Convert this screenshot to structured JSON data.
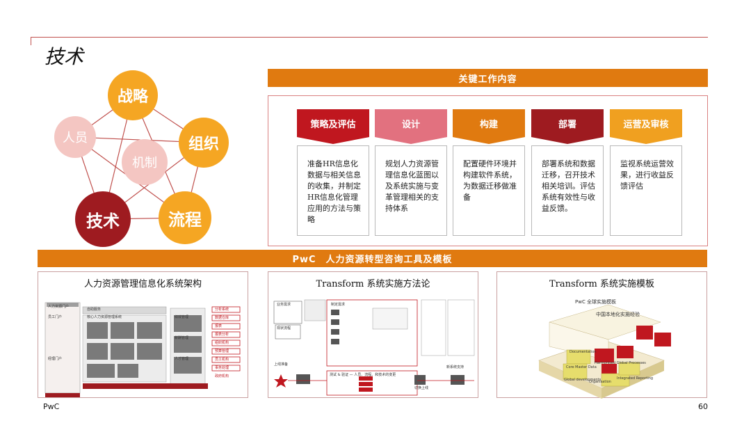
{
  "page": {
    "title": "技术",
    "footer_left": "PwC",
    "page_number": "60"
  },
  "pentagon": {
    "strategy": "战略",
    "organization": "组织",
    "process": "流程",
    "technology": "技术",
    "people": "人员",
    "mechanism": "机制"
  },
  "key_work": {
    "title": "关键工作内容",
    "phases": [
      {
        "name": "策略及评估",
        "color": "#c0171f",
        "desc": "准备HR信息化数据与相关信息的收集，并制定HR信息化管理应用的方法与策略"
      },
      {
        "name": "设计",
        "color": "#e2717f",
        "desc": "规划人力资源管理信息化蓝图以及系统实施与变革管理相关的支持体系"
      },
      {
        "name": "构建",
        "color": "#e07a10",
        "desc": "配置硬件环境并构建软件系统，为数据迁移做准备"
      },
      {
        "name": "部署",
        "color": "#9e1b20",
        "desc": "部署系统和数据迁移，召开技术相关培训。评估系统有效性与收益反馈。"
      },
      {
        "name": "运营及审核",
        "color": "#f0a020",
        "desc": "监视系统运营效果，进行收益反馈评估"
      }
    ]
  },
  "tools_bar": "PwC　人力资源转型咨询工具及模板",
  "panels": {
    "architecture": {
      "title": "人力资源管理信息化系统架构",
      "labels": [
        "人力资源门户",
        "自助服务",
        "核心人力资源管理系统",
        "分析系统",
        "员工门户",
        "经理门户",
        "绩效管理",
        "薪酬管理",
        "人才管理",
        "数据仓库",
        "报表",
        "报表分析",
        "组织机构",
        "预算管理",
        "员工机构",
        "事务处理",
        "政府机构"
      ]
    },
    "methodology": {
      "title": "Transform 系统实施方法论",
      "labels": [
        "业务需求",
        "现状流程",
        "制定需求",
        "测试 & 验证 — 人员、流程、和技术的变更",
        "上线准备",
        "切换上线",
        "新系统支持"
      ]
    },
    "template": {
      "title": "Transform 系统实施模板",
      "labels": [
        "PwC 全球实施模板",
        "中国本地化实施经验",
        "Documentation",
        "Core Master Data",
        "Harmonised Global Processes",
        "Global developments",
        "Organisation",
        "Integrated Reporting"
      ]
    }
  },
  "colors": {
    "accent_orange": "#e07a10",
    "deep_red": "#9e1b20",
    "gold": "#f5a623",
    "pink": "#f4c6c2"
  }
}
